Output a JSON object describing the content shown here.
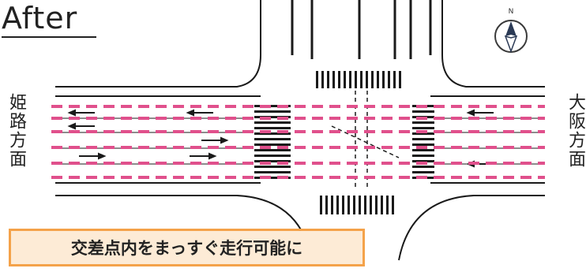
{
  "title": "After",
  "left_direction": "姫路方面",
  "right_direction": "大阪方面",
  "callout": "交差点内をまっすぐ走行可能に",
  "compass_letter": "N",
  "colors": {
    "guide_lines": "#e0508c",
    "callout_fill": "#fdebd6",
    "callout_border": "#f4a24a",
    "lines": "#1a1a1a"
  }
}
